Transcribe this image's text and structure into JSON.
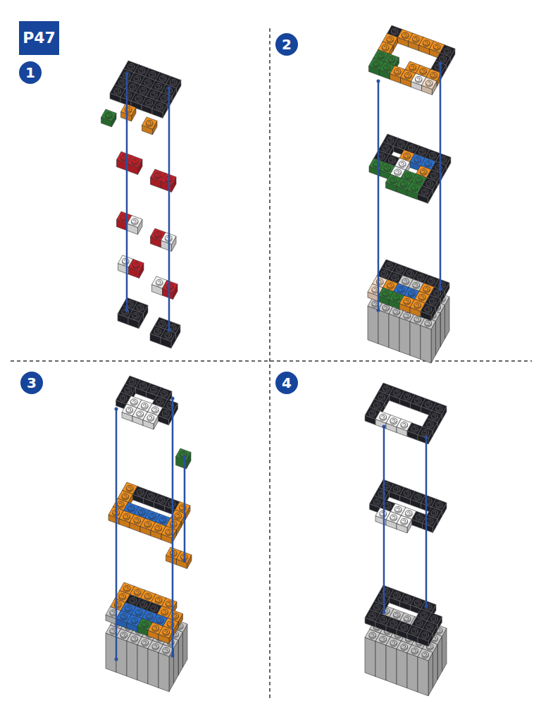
{
  "diagram": {
    "nodes": [
      {
        "text": [
          "P47"
        ]
      },
      {
        "text": [
          "1"
        ]
      },
      {
        "text": [
          "2"
        ]
      },
      {
        "text": [
          "3"
        ]
      },
      {
        "text": [
          "4"
        ]
      }
    ]
  }
}
